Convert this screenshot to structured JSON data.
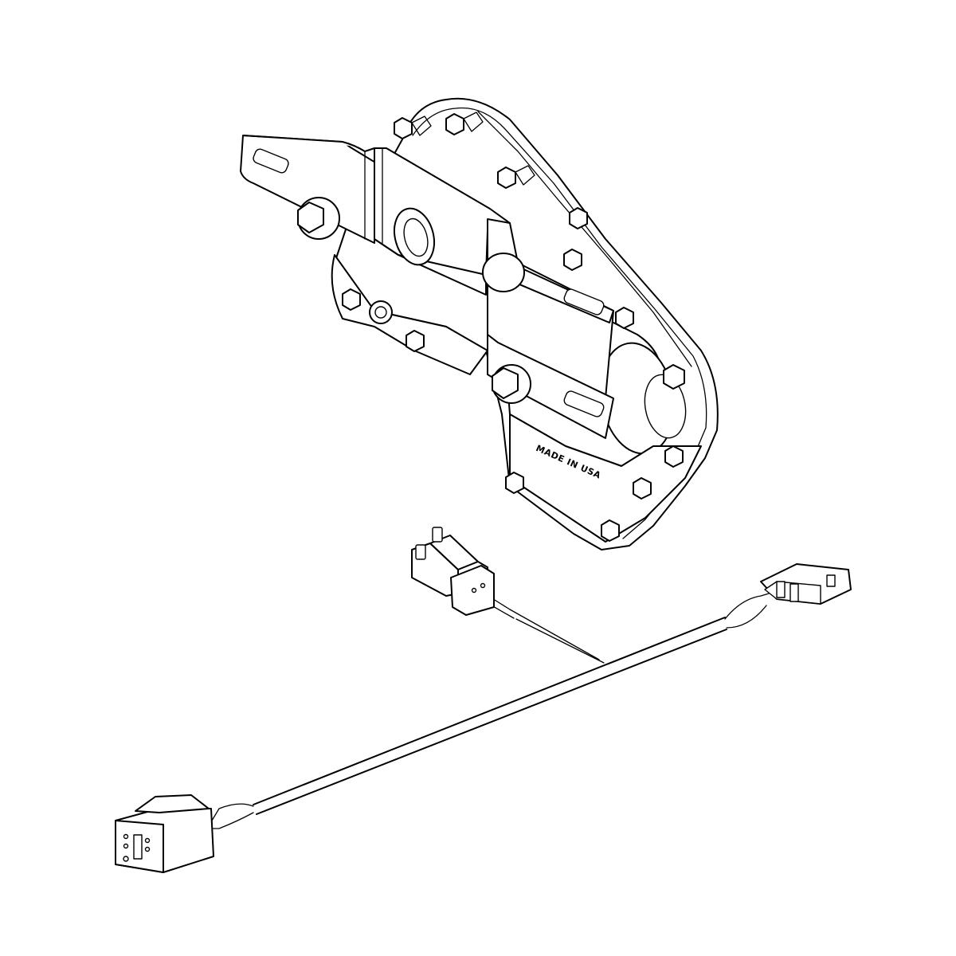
{
  "figure": {
    "subject": "gear motor assembly with mounting bracket and wiring harness",
    "stamp_text": "MADE IN USA",
    "line_color": "#000000",
    "background_color": "#ffffff"
  },
  "components": [
    {
      "id": "gear-motor",
      "label": "Gear motor housing with bolts"
    },
    {
      "id": "mounting-bracket",
      "label": "Mounting bracket"
    },
    {
      "id": "deutsch-connector",
      "label": "2-pin sealed connector"
    },
    {
      "id": "right-connector",
      "label": "Harness connector (right)"
    },
    {
      "id": "left-connector",
      "label": "Harness connector (left)"
    },
    {
      "id": "harness-cable",
      "label": "Wiring harness cable"
    }
  ]
}
